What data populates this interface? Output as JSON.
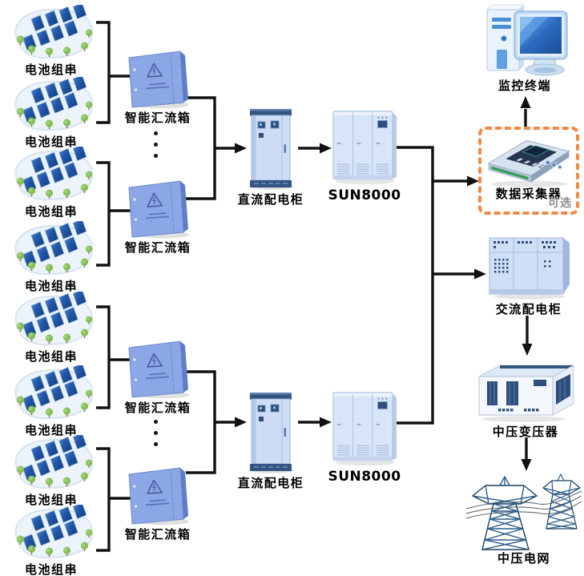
{
  "diagram": {
    "labels": {
      "pv_string": "电池组串",
      "combiner_box": "智能汇流箱",
      "dc_cabinet": "直流配电柜",
      "inverter": "SUN8000",
      "monitor_terminal": "监控终端",
      "data_collector": "数据采集器",
      "optional_tag": "可选",
      "ac_cabinet": "交流配电柜",
      "mv_transformer": "中压变压器",
      "mv_grid": "中压电网"
    },
    "counts": {
      "pv_string": 8,
      "combiner_box": 4,
      "dc_cabinet": 2,
      "inverter": 2
    },
    "colors": {
      "line": "#111111",
      "optional_border": "#F08A45",
      "optional_text": "#8C8C8C",
      "label_text": "#000000",
      "combiner_blue": "#8CA7E6",
      "cabinet_blue": "#CFDFF6",
      "panel_blue": "#2156A6",
      "tree_green": "#7FB957",
      "tower_steel_blue": "#2A5C8C"
    },
    "edges": [
      {
        "from": "电池组串",
        "to": "智能汇流箱"
      },
      {
        "from": "智能汇流箱",
        "to": "直流配电柜"
      },
      {
        "from": "直流配电柜",
        "to": "SUN8000"
      },
      {
        "from": "SUN8000",
        "to": "数据采集器"
      },
      {
        "from": "数据采集器",
        "to": "监控终端"
      },
      {
        "from": "SUN8000",
        "to": "交流配电柜"
      },
      {
        "from": "交流配电柜",
        "to": "中压变压器"
      },
      {
        "from": "中压变压器",
        "to": "中压电网"
      }
    ]
  }
}
